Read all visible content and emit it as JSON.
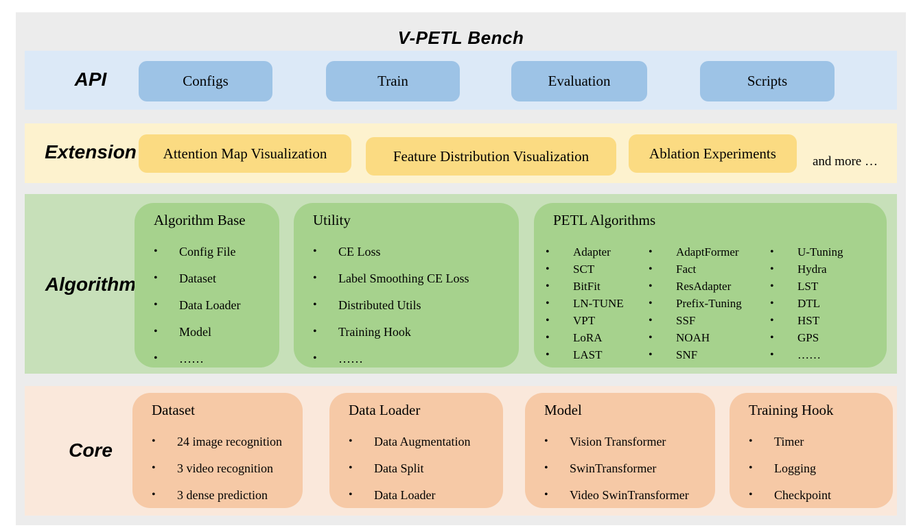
{
  "title": "V-PETL Bench",
  "colors": {
    "card_bg": "#ECECEC",
    "api_band": "#DCE9F7",
    "api_button": "#9DC3E6",
    "extension_band": "#FDF2CE",
    "extension_button": "#FBDB82",
    "algorithm_band": "#C7E0B9",
    "algorithm_box": "#A6D28D",
    "core_band": "#FAE8DB",
    "core_box": "#F6C9A6",
    "text": "#000000"
  },
  "rows": {
    "api": {
      "label": "API",
      "buttons": [
        "Configs",
        "Train",
        "Evaluation",
        "Scripts"
      ]
    },
    "extension": {
      "label": "Extension",
      "buttons": [
        "Attention Map Visualization",
        "Feature Distribution Visualization",
        "Ablation Experiments"
      ],
      "more_text": "and more …"
    },
    "algorithm": {
      "label": "Algorithm",
      "boxes": [
        {
          "title": "Algorithm Base",
          "items": [
            "Config File",
            "Dataset",
            "Data Loader",
            "Model",
            "……"
          ]
        },
        {
          "title": "Utility",
          "items": [
            "CE Loss",
            "Label Smoothing CE Loss",
            "Distributed Utils",
            "Training Hook",
            "……"
          ]
        },
        {
          "title": "PETL Algorithms",
          "columns": [
            [
              "Adapter",
              "SCT",
              "BitFit",
              "LN-TUNE",
              "VPT",
              "LoRA",
              "LAST"
            ],
            [
              "AdaptFormer",
              "Fact",
              "ResAdapter",
              "Prefix-Tuning",
              "SSF",
              "NOAH",
              "SNF"
            ],
            [
              "U-Tuning",
              "Hydra",
              "LST",
              "DTL",
              "HST",
              "GPS",
              "……"
            ]
          ]
        }
      ]
    },
    "core": {
      "label": "Core",
      "boxes": [
        {
          "title": "Dataset",
          "items": [
            "24 image recognition",
            "3 video recognition",
            "3 dense prediction"
          ]
        },
        {
          "title": "Data Loader",
          "items": [
            "Data Augmentation",
            "Data Split",
            "Data Loader"
          ]
        },
        {
          "title": "Model",
          "items": [
            "Vision Transformer",
            "SwinTransformer",
            "Video SwinTransformer"
          ]
        },
        {
          "title": "Training Hook",
          "items": [
            "Timer",
            "Logging",
            "Checkpoint"
          ]
        }
      ]
    }
  }
}
